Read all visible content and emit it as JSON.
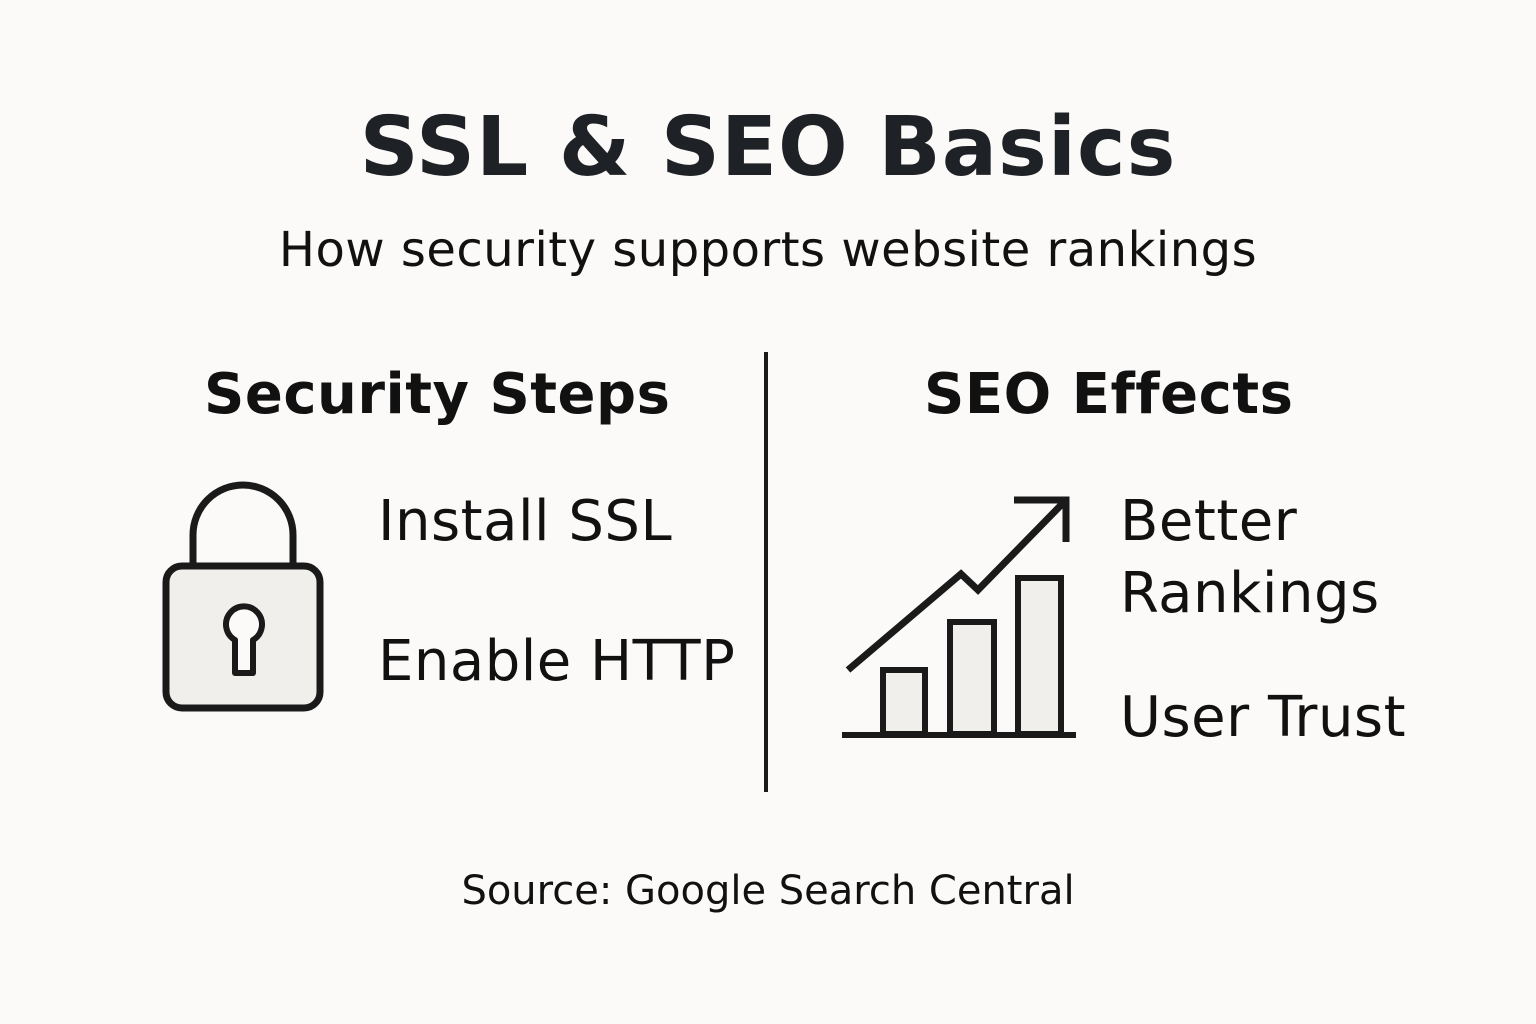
{
  "header": {
    "title": "SSL & SEO Basics",
    "subtitle": "How security supports website rankings"
  },
  "left_section": {
    "heading": "Security Steps",
    "icon": "padlock-icon",
    "items": [
      "Install SSL",
      "Enable HTTP"
    ]
  },
  "right_section": {
    "heading": "SEO Effects",
    "icon": "growth-bar-chart-icon",
    "items": [
      "Better",
      "Rankings",
      "User Trust"
    ]
  },
  "footer": {
    "source": "Source: Google Search Central"
  },
  "colors": {
    "background": "#fbfaf8",
    "ink": "#1e1f22",
    "icon_fill": "#f0efec"
  }
}
